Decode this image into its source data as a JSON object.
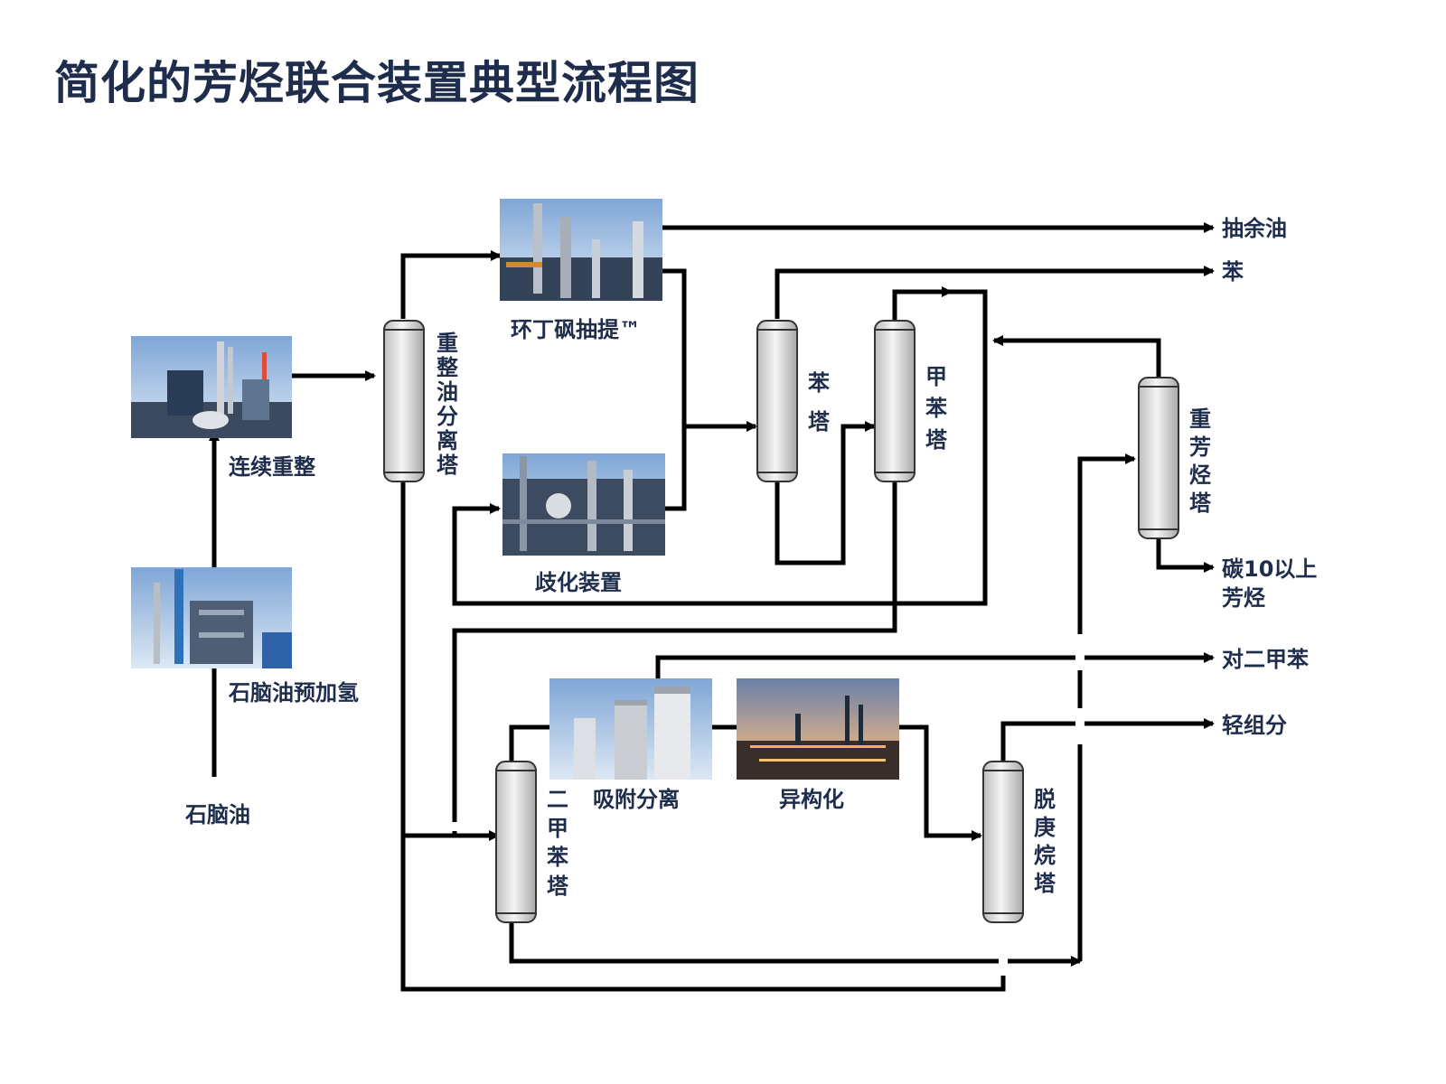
{
  "title": "简化的芳烃联合装置典型流程图",
  "colors": {
    "title": "#1f2d4c",
    "label": "#1f2d4c",
    "line": "#000000"
  },
  "units": {
    "continuous_reforming": "连续重整",
    "naphtha_hydrotreating": "石脑油预加氢",
    "naphtha_feed": "石脑油",
    "sulfolane_extraction": "环丁砜抽提™",
    "disproportionation": "歧化装置",
    "adsorption_separation": "吸附分离",
    "isomerization": "异构化"
  },
  "columns": {
    "reformate_splitter": "重整油分离塔",
    "benzene_column": "苯塔",
    "toluene_column": "甲苯塔",
    "heavy_aromatics_column": "重芳烃塔",
    "xylene_column": "二甲苯塔",
    "deheptanizer": "脱庚烷塔"
  },
  "products": {
    "raffinate": "抽余油",
    "benzene": "苯",
    "c10_plus_line1": "碳10以上",
    "c10_plus_line2": "芳烃",
    "paraxylene": "对二甲苯",
    "light_ends": "轻组分"
  }
}
